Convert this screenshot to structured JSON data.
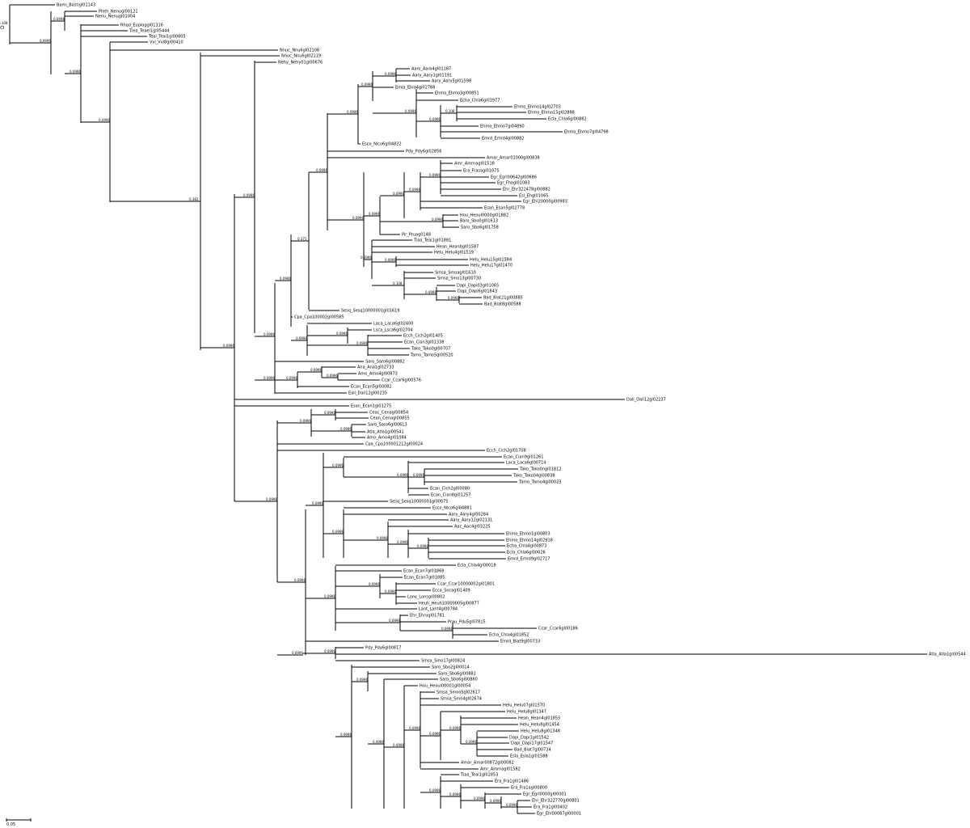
{
  "root_marker": "D",
  "scale_label": "0.05",
  "leaves": [
    "Bami_Bastigl01143",
    "Pheh_Nenugl00121",
    "Nenu_Nenugl01004",
    "Rhqo_Euploggl01316",
    "Tlea_Teaei1gl05444",
    "Teai_Teai1gl00805",
    "Vvi_Vvi8gl00410",
    "Nnuc_Nnu6gl02108",
    "Nnuc_Nnu6gl02119",
    "Nehy_Nehy01gl00676",
    "Aaro_Aaro4gl01187",
    "Aary_Aary1gl01191",
    "Aary_Aary5gl01598",
    "Emla_Ehla4gl02788",
    "Ehmo_Ehmo3gl00851",
    "Echa_Chla6gl03977",
    "Ehmo_Ehmo14gl02703",
    "Ehmo_Ehmo15gl02888",
    "Ecla_Chla6gl00882",
    "Ehmo_Ehmo7gl04890",
    "Ehmo_Ehmo7gl04798",
    "Emrd_Emrd4gl00882",
    "Esco_Nico6gl04822",
    "Pdy_Pdy6gl02856",
    "Amar_Amar01000gl00838",
    "Amr_Amrnagl01518",
    "Era_Frasagl01075",
    "Egr_Egrl00642gl00686",
    "Egr_Fhogl01083",
    "Ehr_Ehr322478gl00882",
    "Esl_Ehgl01065",
    "Egr_Ehl20000gl00983",
    "Esan_Esan5gl02778",
    "Hou_Heoul0000gl01882",
    "Baro_Sbo0gl01613",
    "Saro_Sbo6gl01758",
    "Pir_Pruag0148",
    "Tiaa_Teai1gl01881",
    "Hean_Heanbgl01587",
    "Helu_Helu4gl01519",
    "Helu_Helu15gl01584",
    "Helu_Helu17gl01470",
    "Smsa_Smoagl01610",
    "Smsa_Smo13gl00730",
    "Dapi_Dapi03gl01065",
    "Dapi_Dapi6gl01843",
    "Bad_Biat21gl00885",
    "Bad_Biat8gl00588",
    "Sesq_Sesq10000001gl01619",
    "Cpa_Cpa100002gl00585",
    "Laca_Laca6gl02400",
    "Lsca_Lsca6gl02704",
    "Ecch_Cich2gl01405",
    "Ecan_Cian3gl01338",
    "Tako_Tako0gl00707",
    "Tamo_Tamo5gl00520",
    "Saro_Saro6gl00882",
    "Ana_Ana1gl02733",
    "Amo_Amo4gl00873",
    "Ccar_Ccar6gl00576",
    "Ecan_Ecan5gl00082",
    "Eali_Dali12gl00235",
    "Dali_Dali12gl02237",
    "Esan_Ecan1gl01275",
    "Ceac_Cenagl00854",
    "Cean_Cenagl00855",
    "Saro_Saro6gl00613",
    "Atla_Atla1gl00541",
    "Amo_Amo4gl01084",
    "Cpa_Cpa100001212gl00024",
    "Ecch_Cich2gl01708",
    "Ecan_Cian9gl01261",
    "Laca_Laca6gl00714",
    "Tako_Tako0ngl01812",
    "Tako_Tako04gl00838",
    "Tamo_Tamo4gl00023",
    "Ecan_Cich2gl00080",
    "Ecan_Cian8gl01257",
    "Sesq_Sesq10000001gl00075",
    "Esco_Nico6gl04881",
    "Aary_Aary4gl00284",
    "Aary_Aary12gl02131",
    "Aac_Aac4gl03225",
    "Ehmo_Ehmo1gl00803",
    "Ehmo_Ehmo14gl02918",
    "Echa_Chla4gl00873",
    "Ecla_Chla6gl00026",
    "Emrd_Emrd9gl02717",
    "Ecla_Chla4gl00018",
    "Ecan_Ecan7gl01868",
    "Ecan_Ecan7gl01885",
    "Ccar_Ccar10000002gl01801",
    "Ecca_Socagl01409",
    "Lony_Lonsgl00802",
    "Heuh_Heuh10000005gl00877",
    "Lant_Lant4gl00784",
    "Ehr_Ehrugl01781",
    "Prau_Pdu5gl07815",
    "Ccar_Ccar6gl00186",
    "Echa_Chla4gl01852",
    "Emrd_Biat9gl00733",
    "Pdy_Pdy6gl00817",
    "Atla_Atla1gl00544",
    "Smsa_Smo17gl00824",
    "Saro_Sbo2gl00014",
    "Saro_Sbo6gl00882",
    "Saro_Sbo6gl00880",
    "Hou_Heoul00001gl00054",
    "Smsa_Smoo5gl02617",
    "Smsa_Smo4gl02674",
    "Helu_Helu07gl01570",
    "Helu_Helu8gl01347",
    "Hean_Hean4gl01855",
    "Helu_Helu8gl01454",
    "Helu_Helu8gl01348",
    "Dapi_Dapi1gl01542",
    "Dapi_Dapi17gl01547",
    "Bad_Biat7gl00734",
    "Esla_Esla1gl01588",
    "Amar_Amar00872gl00082",
    "Amr_Amrnagl01582",
    "Tiaa_Teai1gl02853",
    "Era_Fra1gl01486",
    "Era_Fra1agl00800",
    "Egr_Egrl0000gl00001",
    "Ehr_Ehr322770gl00801",
    "Era_Fra1gl00402",
    "Egr_Ehl00087gl00001"
  ],
  "supports": [
    "0.108",
    "0.0996",
    "0.0998",
    "0.0996",
    "0.0996",
    "0.382",
    "0.0996",
    "0.0996",
    "0.0996",
    "0.0996",
    "0.371",
    "0.0996",
    "0.0996",
    "0.0996",
    "0.0996",
    "0.0996",
    "0.0996",
    "0.108",
    "0.0996",
    "0.0996",
    "0.0996",
    "0.0996",
    "0.0996",
    "0.0996",
    "0.0996",
    "0.0996",
    "0.108",
    "0.0996",
    "0.0996",
    "0.0996",
    "0.0996",
    "0.0996",
    "0.0996",
    "0.0996",
    "0.0996",
    "0.0996",
    "0.0996",
    "0.0996",
    "0.0996",
    "0.0996",
    "0.0996",
    "0.0996",
    "0.0996",
    "0.0996",
    "0.0996",
    "0.0996",
    "0.0996",
    "0.0996",
    "0.0996",
    "0.0996",
    "0.0996",
    "0.0996",
    "0.0996",
    "0.0996",
    "0.0996",
    "0.0996",
    "0.0996",
    "0.0996",
    "0.0996",
    "0.0996",
    "0.0996",
    "0.0996",
    "0.0996",
    "0.0996",
    "0.0996",
    "0.0996",
    "0.0996",
    "0.0996",
    "0.0996",
    "0.0996"
  ]
}
